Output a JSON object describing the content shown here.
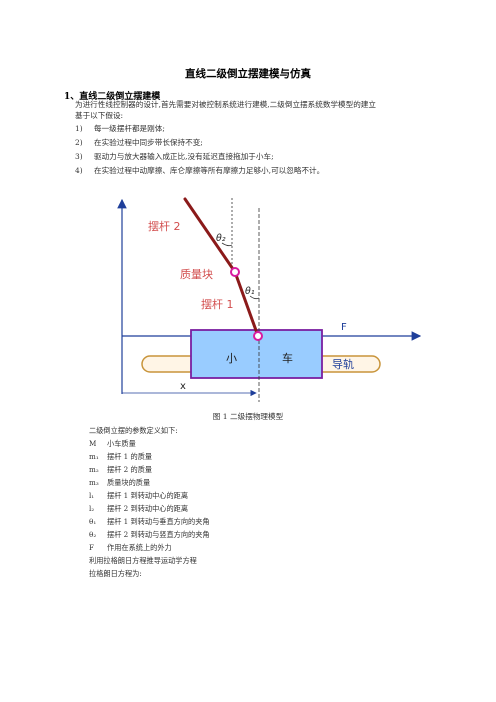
{
  "title": "直线二级倒立摆建模与仿真",
  "section1": {
    "heading": "1、直线二级倒立摆建模",
    "intro_line1": "为进行性线控制器的设计,首先需要对被控制系统进行建模,二级倒立摆系统数学模型的建立",
    "intro_line2": "基于以下假设:",
    "assumptions": [
      {
        "num": "1)",
        "text": "每一级摆杆都是刚体;"
      },
      {
        "num": "2)",
        "text": "在实验过程中同步带长保持不变;"
      },
      {
        "num": "3)",
        "text": "驱动力与放大器输入成正比,没有延迟直接拖加于小车;"
      },
      {
        "num": "4)",
        "text": "在实验过程中动摩擦、库仑摩擦等所有摩擦力足够小,可以忽略不计。"
      }
    ]
  },
  "figure": {
    "labels": {
      "rod2": "摆杆 2",
      "theta2": "θ₂",
      "mass": "质量块",
      "theta1": "θ₁",
      "rod1": "摆杆 1",
      "force": "F",
      "cart_left": "小",
      "cart_right": "车",
      "rail": "导轨",
      "x": "x"
    },
    "caption": "图 1   二级摆物理模型",
    "colors": {
      "rod": "#8b1a1a",
      "cart_fill": "#99ccff",
      "cart_border": "#7a1fa0",
      "rail_fill": "#fff5e6",
      "rail_border": "#c8943a",
      "label_red": "#d24d4d",
      "axis_blue": "#1f3f9a"
    }
  },
  "definitions": {
    "intro": "二级倒立摆的参数定义如下:",
    "items": [
      {
        "sym": "M",
        "text": "小车质量"
      },
      {
        "sym": "m₁",
        "text": "摆杆 1 的质量"
      },
      {
        "sym": "m₂",
        "text": "摆杆 2 的质量"
      },
      {
        "sym": "m₃",
        "text": "质量块的质量"
      },
      {
        "sym": "l₁",
        "text": "摆杆 1 到转动中心的距离"
      },
      {
        "sym": "l₂",
        "text": "摆杆 2 到转动中心的距离"
      },
      {
        "sym": "θ₁",
        "text": "摆杆 1 到转动与垂直方向的夹角"
      },
      {
        "sym": "θ₂",
        "text": "摆杆 2 到转动与竖直方向的夹角"
      },
      {
        "sym": "F",
        "text": "作用在系统上的外力"
      }
    ],
    "outro1": "利用拉格朗日方程推导运动学方程",
    "outro2": "拉格朗日方程为:"
  }
}
